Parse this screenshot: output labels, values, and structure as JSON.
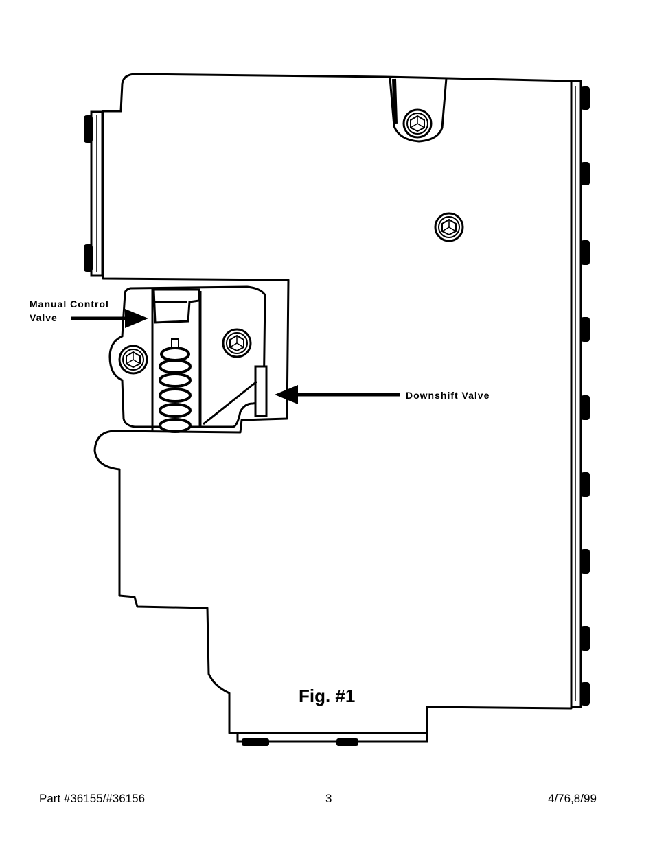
{
  "diagram": {
    "labels": {
      "manual_control_valve_line1": "Manual Control",
      "manual_control_valve_line2": "Valve",
      "downshift_valve": "Downshift Valve"
    },
    "figure_label": "Fig. #1"
  },
  "footer": {
    "part": "Part #36155/#36156",
    "page": "3",
    "date": "4/76,8/99"
  }
}
